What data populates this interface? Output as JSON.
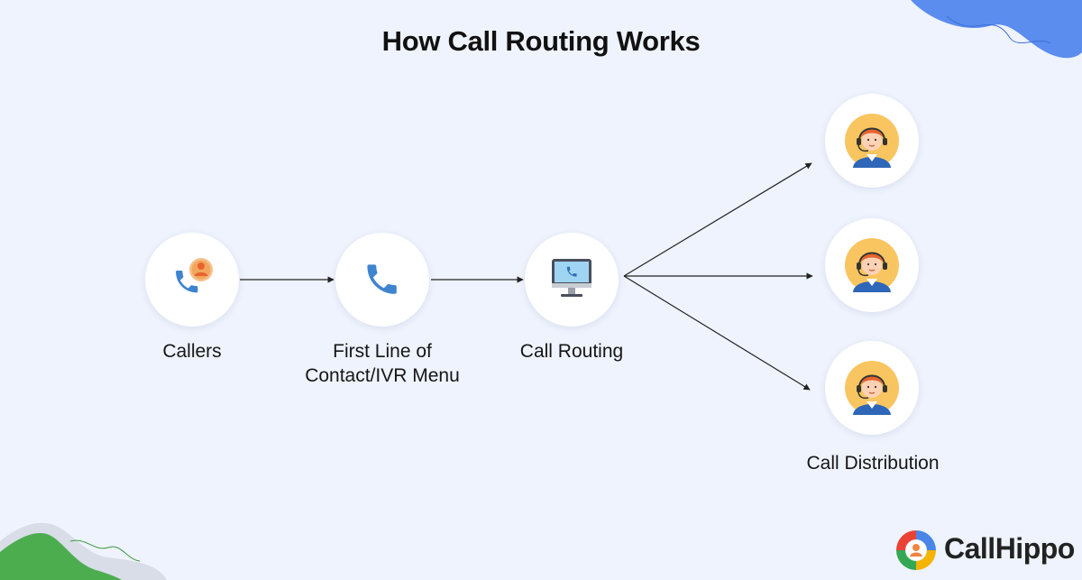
{
  "title": "How Call Routing Works",
  "nodes": {
    "callers": "Callers",
    "first_line_1": "First Line of",
    "first_line_2": "Contact/IVR Menu",
    "call_routing": "Call Routing",
    "call_distribution": "Call Distribution"
  },
  "brand": {
    "name": "CallHippo"
  },
  "icons": [
    "caller-icon",
    "phone-icon",
    "monitor-icon",
    "agent-icon"
  ],
  "colors": {
    "background": "#eef3fd",
    "phone_blue": "#3f84cf",
    "accent_orange": "#f08440",
    "blob_blue": "#5b8def",
    "blob_green": "#4cad4f"
  }
}
